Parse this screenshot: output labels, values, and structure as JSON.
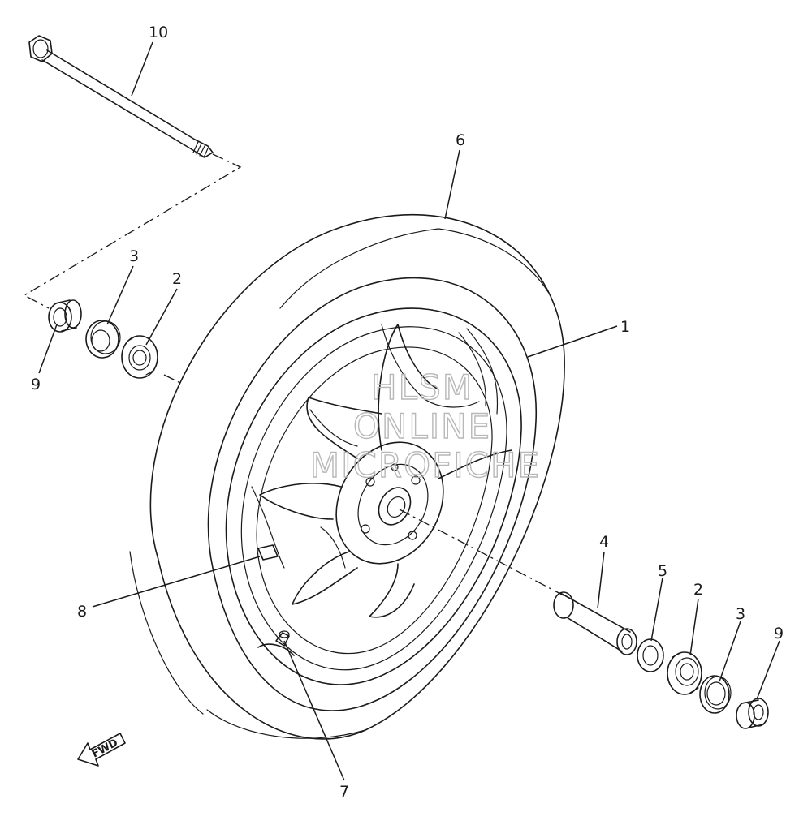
{
  "watermark": {
    "line1": "HLSM",
    "line2": "ONLINE",
    "line3": "MICROFICHE"
  },
  "fwd_arrow_label": "FWD",
  "callouts": [
    {
      "id": "c10",
      "text": "10"
    },
    {
      "id": "c6",
      "text": "6"
    },
    {
      "id": "c3a",
      "text": "3"
    },
    {
      "id": "c2a",
      "text": "2"
    },
    {
      "id": "c9a",
      "text": "9"
    },
    {
      "id": "c1",
      "text": "1"
    },
    {
      "id": "c4",
      "text": "4"
    },
    {
      "id": "c5",
      "text": "5"
    },
    {
      "id": "c2b",
      "text": "2"
    },
    {
      "id": "c3b",
      "text": "3"
    },
    {
      "id": "c9b",
      "text": "9"
    },
    {
      "id": "c8",
      "text": "8"
    },
    {
      "id": "c7",
      "text": "7"
    }
  ]
}
